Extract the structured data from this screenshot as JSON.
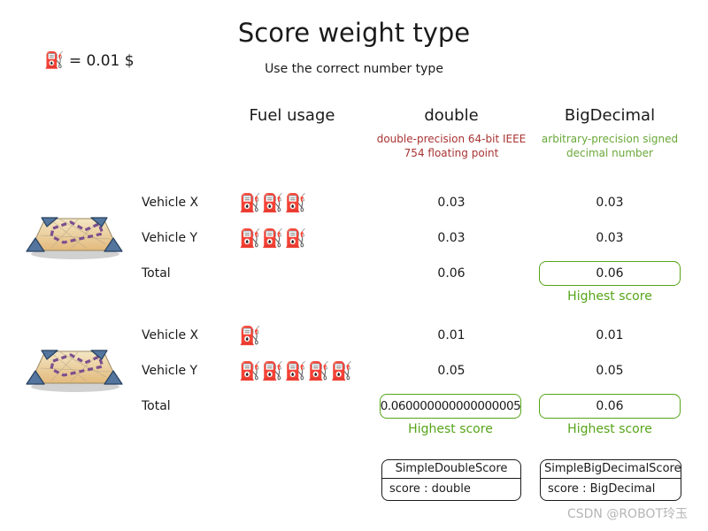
{
  "title": "Score weight type",
  "subtitle": "Use the correct number type",
  "legend": {
    "icon": "⛽",
    "text": "= 0.01 $"
  },
  "columns": {
    "fuel": {
      "label": "Fuel usage"
    },
    "double": {
      "label": "double",
      "description": "double-precision 64-bit IEEE 754 floating point"
    },
    "bigdecimal": {
      "label": "BigDecimal",
      "description": "arbitrary-precision signed decimal number"
    }
  },
  "labels": {
    "highest_score": "Highest score"
  },
  "groups": [
    {
      "rows": [
        {
          "label": "Vehicle X",
          "fuel": "⛽⛽⛽",
          "double": "0.03",
          "bigdecimal": "0.03"
        },
        {
          "label": "Vehicle Y",
          "fuel": "⛽⛽⛽",
          "double": "0.03",
          "bigdecimal": "0.03"
        },
        {
          "label": "Total",
          "double": "0.06",
          "bigdecimal": "0.06"
        }
      ]
    },
    {
      "rows": [
        {
          "label": "Vehicle X",
          "fuel": "⛽",
          "double": "0.01",
          "bigdecimal": "0.01"
        },
        {
          "label": "Vehicle Y",
          "fuel": "⛽⛽⛽⛽⛽",
          "double": "0.05",
          "bigdecimal": "0.05"
        },
        {
          "label": "Total",
          "double": "0.060000000000000005",
          "bigdecimal": "0.06"
        }
      ]
    }
  ],
  "classes": [
    {
      "name": "SimpleDoubleScore",
      "field": "score : double"
    },
    {
      "name": "SimpleBigDecimalScore",
      "field": "score : BigDecimal"
    }
  ],
  "watermark": "CSDN @ROBOT玲玉",
  "colors": {
    "highlight_green": "#56a519",
    "description_red": "#a93434",
    "description_green": "#6aa839",
    "watermark_gray": "#b5b5b5"
  }
}
